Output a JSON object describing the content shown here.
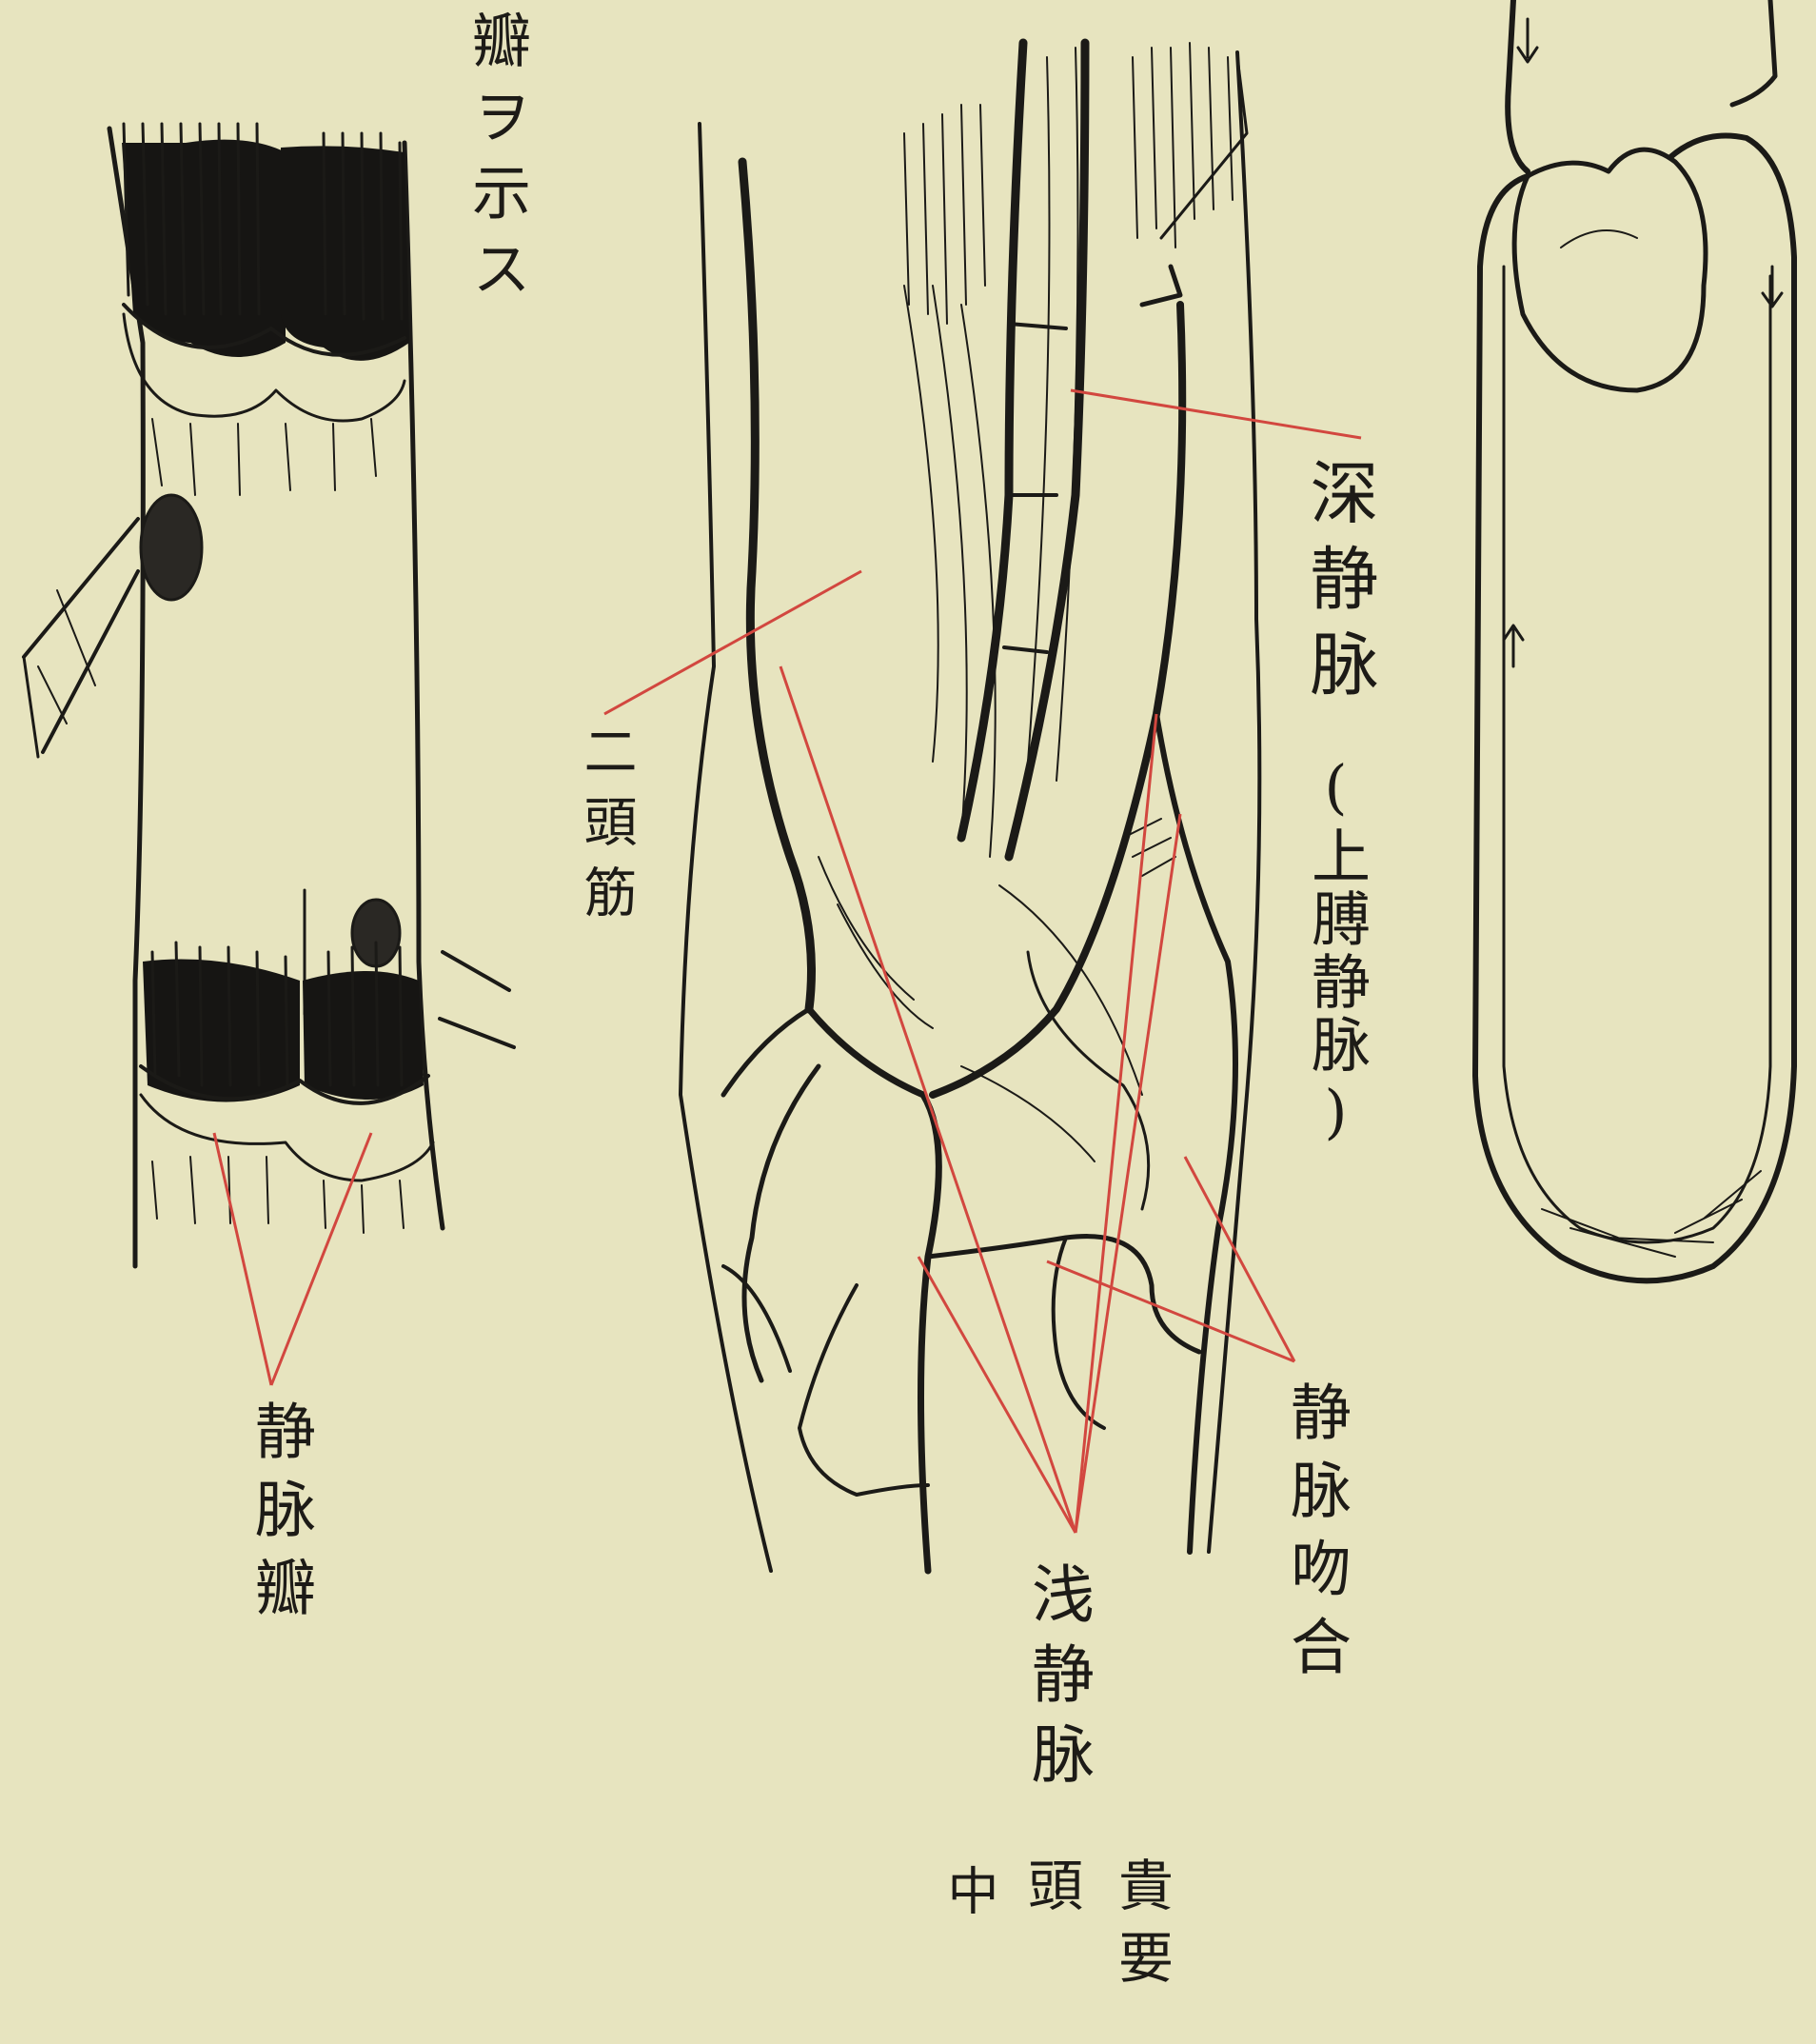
{
  "plate": {
    "paper_color": "#e7e4bf",
    "ink_color": "#1b1a17",
    "leader_color": "#d2473f"
  },
  "labels": {
    "valve_note": "瓣ヲ示ス",
    "vein_valve": "静脉瓣",
    "biceps": "二頭筋",
    "deep_vein": "深静脉",
    "deep_vein_paren": "(上膊静脉)",
    "superficial_vein": "浅静脉",
    "cephalic": "貴要",
    "median_head": "頭",
    "median": "中",
    "anastomosis": "静脉吻合"
  }
}
